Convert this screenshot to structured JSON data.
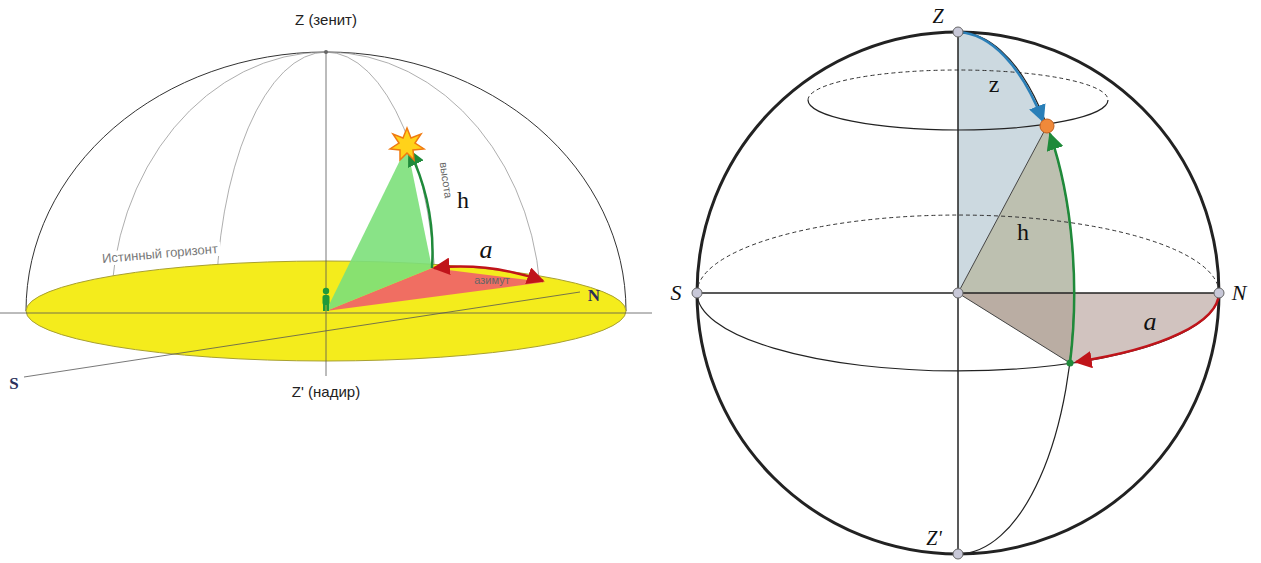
{
  "diagram": {
    "labels": [
      "Z (зенит)",
      "h",
      "высота",
      "a",
      "Истинный горизонт",
      "азимут",
      "N",
      "S",
      "Z' (надир)",
      "Z",
      "z",
      "h",
      "S",
      "N",
      "a",
      "Z'"
    ]
  }
}
